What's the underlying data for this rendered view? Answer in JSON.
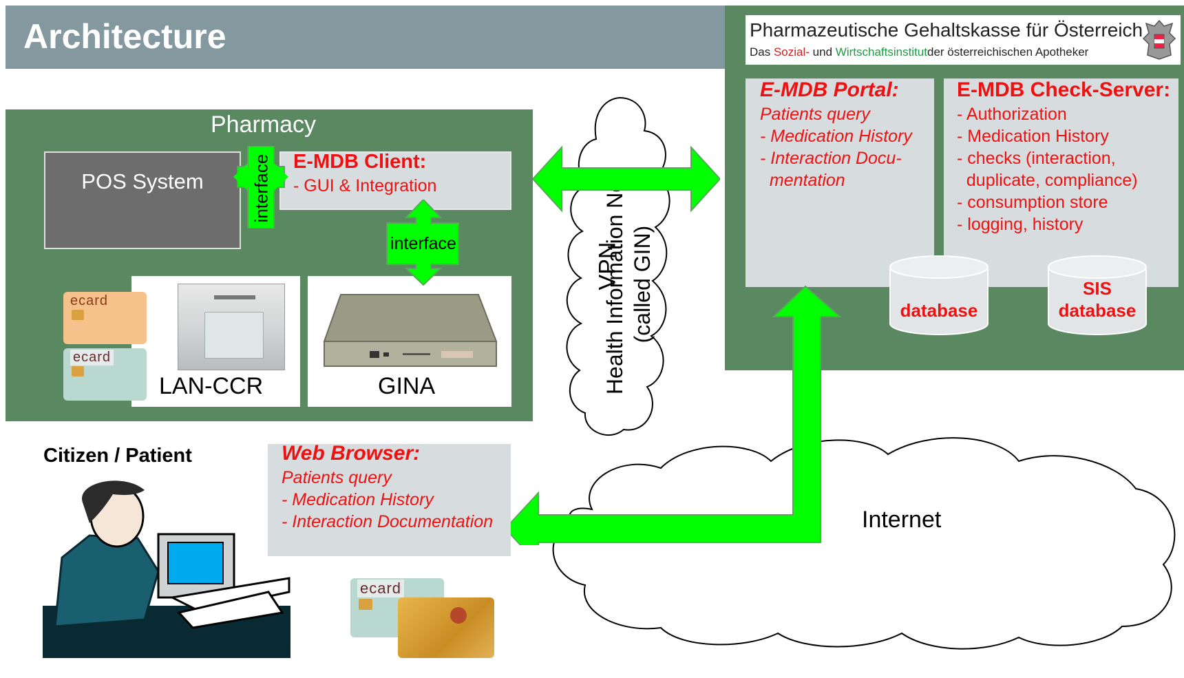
{
  "title": "Architecture",
  "logo": {
    "line1": "Pharmazeutische Gehaltskasse für Österreich",
    "line2_a": "Das",
    "line2_b": "Sozial-",
    "line2_c": "und",
    "line2_d": "Wirtschaftsinstitut",
    "line2_e": "der österreichischen Apotheker"
  },
  "pharmacy": {
    "label": "Pharmacy",
    "pos": "POS System",
    "interface_v": "interface",
    "client_title": "E-MDB Client:",
    "client_line": "- GUI & Integration",
    "interface_h": "interface",
    "lan": "LAN-CCR",
    "gina": "GINA",
    "ecard_brand": "ecard"
  },
  "gin": {
    "vpn": "VPN",
    "line1": "Health Information Net",
    "line2": "(called GIN)"
  },
  "portal": {
    "title": "E-MDB Portal:",
    "lines": [
      "Patients query",
      "- Medication History",
      "- Interaction Docu-",
      "  mentation"
    ]
  },
  "check": {
    "title": "E-MDB Check-Server:",
    "lines": [
      "- Authorization",
      "- Medication History",
      "- checks (interaction,",
      "  duplicate, compliance)",
      "- consumption store",
      "- logging, history"
    ]
  },
  "db1": "database",
  "db2a": "SIS",
  "db2b": "database",
  "citizen": "Citizen / Patient",
  "browser": {
    "title": "Web Browser:",
    "lines": [
      "Patients query",
      "- Medication History",
      "- Interaction Documentation"
    ]
  },
  "internet": "Internet",
  "colors": {
    "green_box": "#5a8961",
    "arrow": "#00ff00",
    "red": "#ee1111",
    "gray": "#d7dcdf"
  }
}
